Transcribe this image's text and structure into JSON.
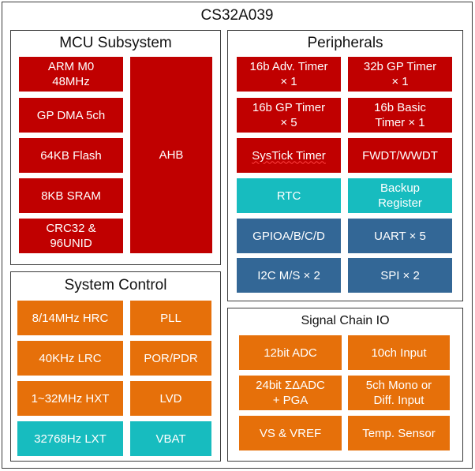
{
  "title": "CS32A039",
  "colors": {
    "red": "#c00000",
    "teal": "#17bcbf",
    "blue": "#336796",
    "orange": "#e6700a"
  },
  "mcu": {
    "title": "MCU Subsystem",
    "arm": "ARM M0\n48MHz",
    "dma": "GP DMA 5ch",
    "flash": "64KB Flash",
    "sram": "8KB SRAM",
    "crc": "CRC32 &\n96UNID",
    "ahb": "AHB"
  },
  "peripherals": {
    "title": "Peripherals",
    "adv_timer": "16b Adv. Timer\n× 1",
    "gp32_timer": "32b GP Timer\n× 1",
    "gp16_timer": "16b GP Timer\n× 5",
    "basic_timer": "16b Basic\nTimer × 1",
    "systick": "SysTick Timer",
    "wdt": "FWDT/WWDT",
    "rtc": "RTC",
    "backup": "Backup\nRegister",
    "gpio": "GPIOA/B/C/D",
    "uart": "UART × 5",
    "i2c": "I2C M/S × 2",
    "spi": "SPI × 2"
  },
  "system_control": {
    "title": "System Control",
    "hrc": "8/14MHz HRC",
    "pll": "PLL",
    "lrc": "40KHz LRC",
    "por": "POR/PDR",
    "hxt": "1~32MHz HXT",
    "lvd": "LVD",
    "lxt": "32768Hz LXT",
    "vbat": "VBAT"
  },
  "signal_chain": {
    "title": "Signal Chain IO",
    "adc12": "12bit ADC",
    "input10": "10ch Input",
    "sdadc": "24bit ΣΔADC\n+ PGA",
    "mono": "5ch Mono or\nDiff. Input",
    "vs": "VS & VREF",
    "temp": "Temp. Sensor"
  }
}
